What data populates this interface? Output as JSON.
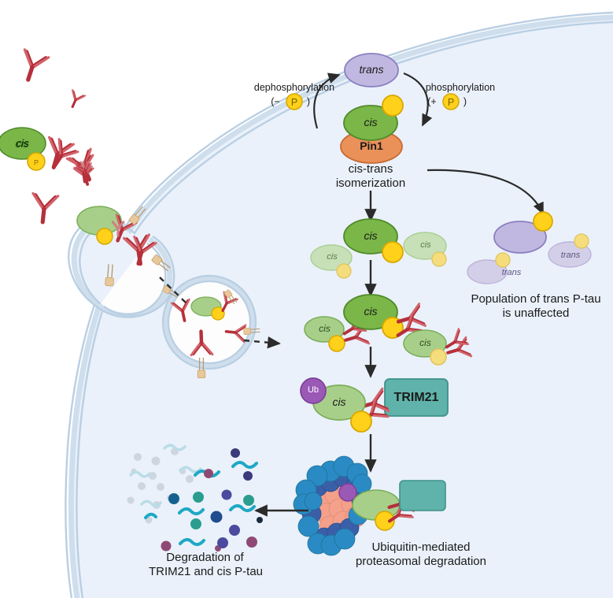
{
  "figure": {
    "title": "cis P-tau antibody mediated TRIM21 proteasomal degradation pathway",
    "background_outside": "#ffffff",
    "cell_cytoplasm_color": "#eaf1fa",
    "membrane_stroke": "#b9cfe3"
  },
  "labels": {
    "trans_top": "trans",
    "cis_center": "cis",
    "pin1": "Pin1",
    "dephosphorylation": "dephosphorylation",
    "dephosphorylation_sign": "(−",
    "dephosphorylation_close": ")",
    "phosphorylation": "phosphorylation",
    "phosphorylation_sign": "(+",
    "phosphorylation_close": ")",
    "phosphate": "P",
    "isomerization_line1": "cis-trans",
    "isomerization_line2": "isomerization",
    "population_line1": "Population of trans P-tau",
    "population_line2": "is unaffected",
    "trim21": "TRIM21",
    "ubiquitin": "Ub",
    "proteasome_line1": "Ubiquitin-mediated",
    "proteasome_line2": "proteasomal degradation",
    "degradation_line1": "Degradation of",
    "degradation_line2": "TRIM21 and cis P-tau",
    "cis": "cis",
    "trans": "trans"
  },
  "colors": {
    "cis_fill": "#7ab648",
    "cis_fill_light": "#a8cf8a",
    "cis_fill_faded": "#c8e0b8",
    "cis_stroke": "#4f8a2a",
    "trans_fill": "#c0b8e0",
    "trans_fill_faded": "#d4cfe8",
    "trans_stroke": "#8b7fc0",
    "pin1_fill": "#ea9159",
    "pin1_stroke": "#c66a30",
    "phosphate_fill": "#ffd11a",
    "phosphate_stroke": "#d9a700",
    "ub_fill": "#9b59b6",
    "ub_stroke": "#7d3f99",
    "trim21_fill": "#5fb3ab",
    "trim21_stroke": "#3f918a",
    "antibody_fill": "#c0392b",
    "antibody_fill_light": "#d46a70",
    "receptor_fill": "#e8c89a",
    "receptor_stroke": "#c9a36a",
    "arrow_stroke": "#2b2b2b",
    "proteasome_blue": "#2a8bc4",
    "proteasome_darkblue": "#3a5fa8",
    "proteasome_pink": "#f4a08a",
    "fragment_teal": "#1fa8c4",
    "fragment_gray": "#cdd6e0"
  },
  "elements": {
    "main_cis_ellipses": [
      "cis",
      "cis",
      "cis",
      "cis"
    ],
    "faded_cis_ellipses": [
      "cis",
      "cis"
    ],
    "antibody_cis_ellipses": [
      "cis",
      "cis"
    ],
    "trans_group_main": "trans",
    "trans_group_faded": [
      "trans",
      "trans"
    ],
    "arrows": [
      "dephosphorylation-curve",
      "phosphorylation-curve",
      "isomerization-down-arrow",
      "to-trans-population-curve",
      "cis-to-antibody-arrow",
      "antibody-to-trim21-arrow",
      "trim21-to-proteasome-arrow",
      "proteasome-to-fragments-arrow",
      "endocytosis-dashed-1",
      "endocytosis-dashed-2"
    ]
  }
}
